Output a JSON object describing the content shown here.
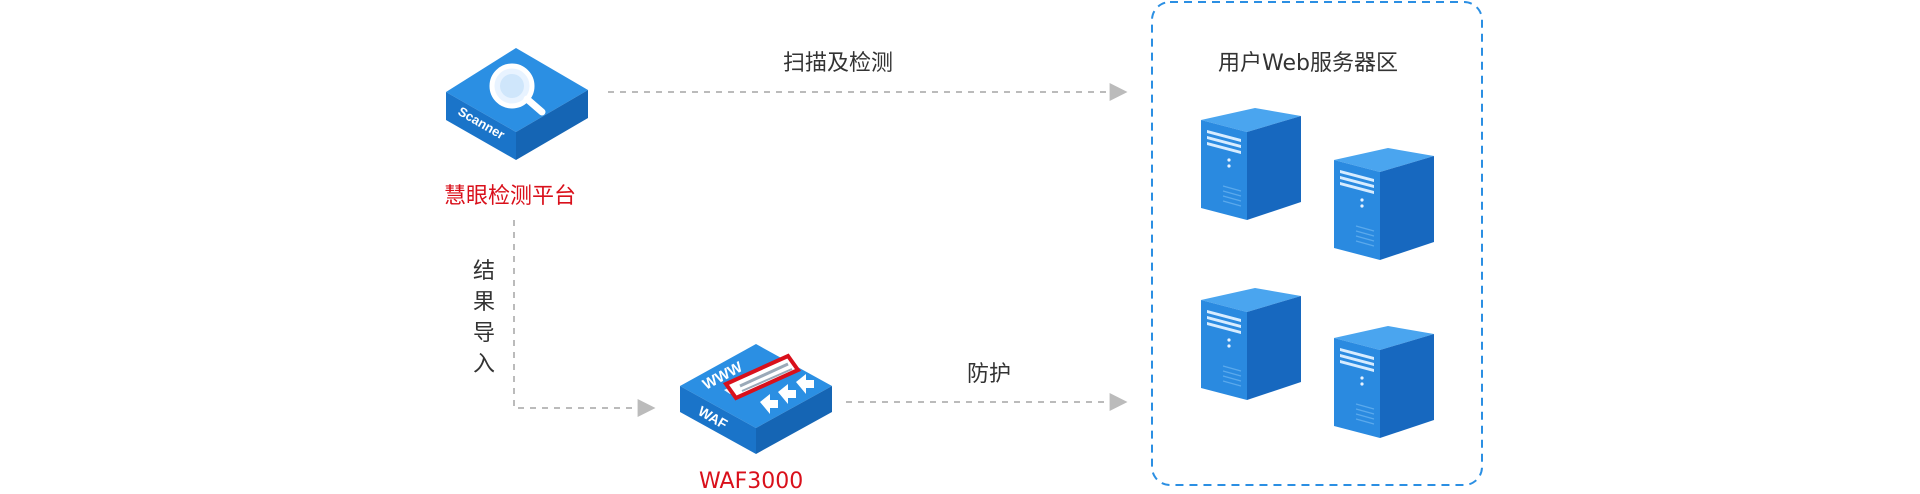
{
  "zone": {
    "title": "用户Web服务器区"
  },
  "nodes": {
    "scanner": {
      "device_text": "Scanner",
      "label": "慧眼检测平台"
    },
    "waf": {
      "device_text": "WAF",
      "banner_text": "WWW",
      "label": "WAF3000"
    }
  },
  "edges": {
    "scan": {
      "label": "扫描及检测"
    },
    "import": {
      "label": "结果导入"
    },
    "protect": {
      "label": "防护"
    }
  },
  "colors": {
    "device_top": "#2b8fe3",
    "device_left": "#1a74c9",
    "device_right": "#1565b4",
    "server_front": "#2a8ae0",
    "server_side": "#1768bf",
    "server_top": "#4aa5ef",
    "zone_border": "#2b8fe3",
    "arrow": "#bbbbbb",
    "label_red": "#d9101b",
    "label_dark": "#333333"
  }
}
